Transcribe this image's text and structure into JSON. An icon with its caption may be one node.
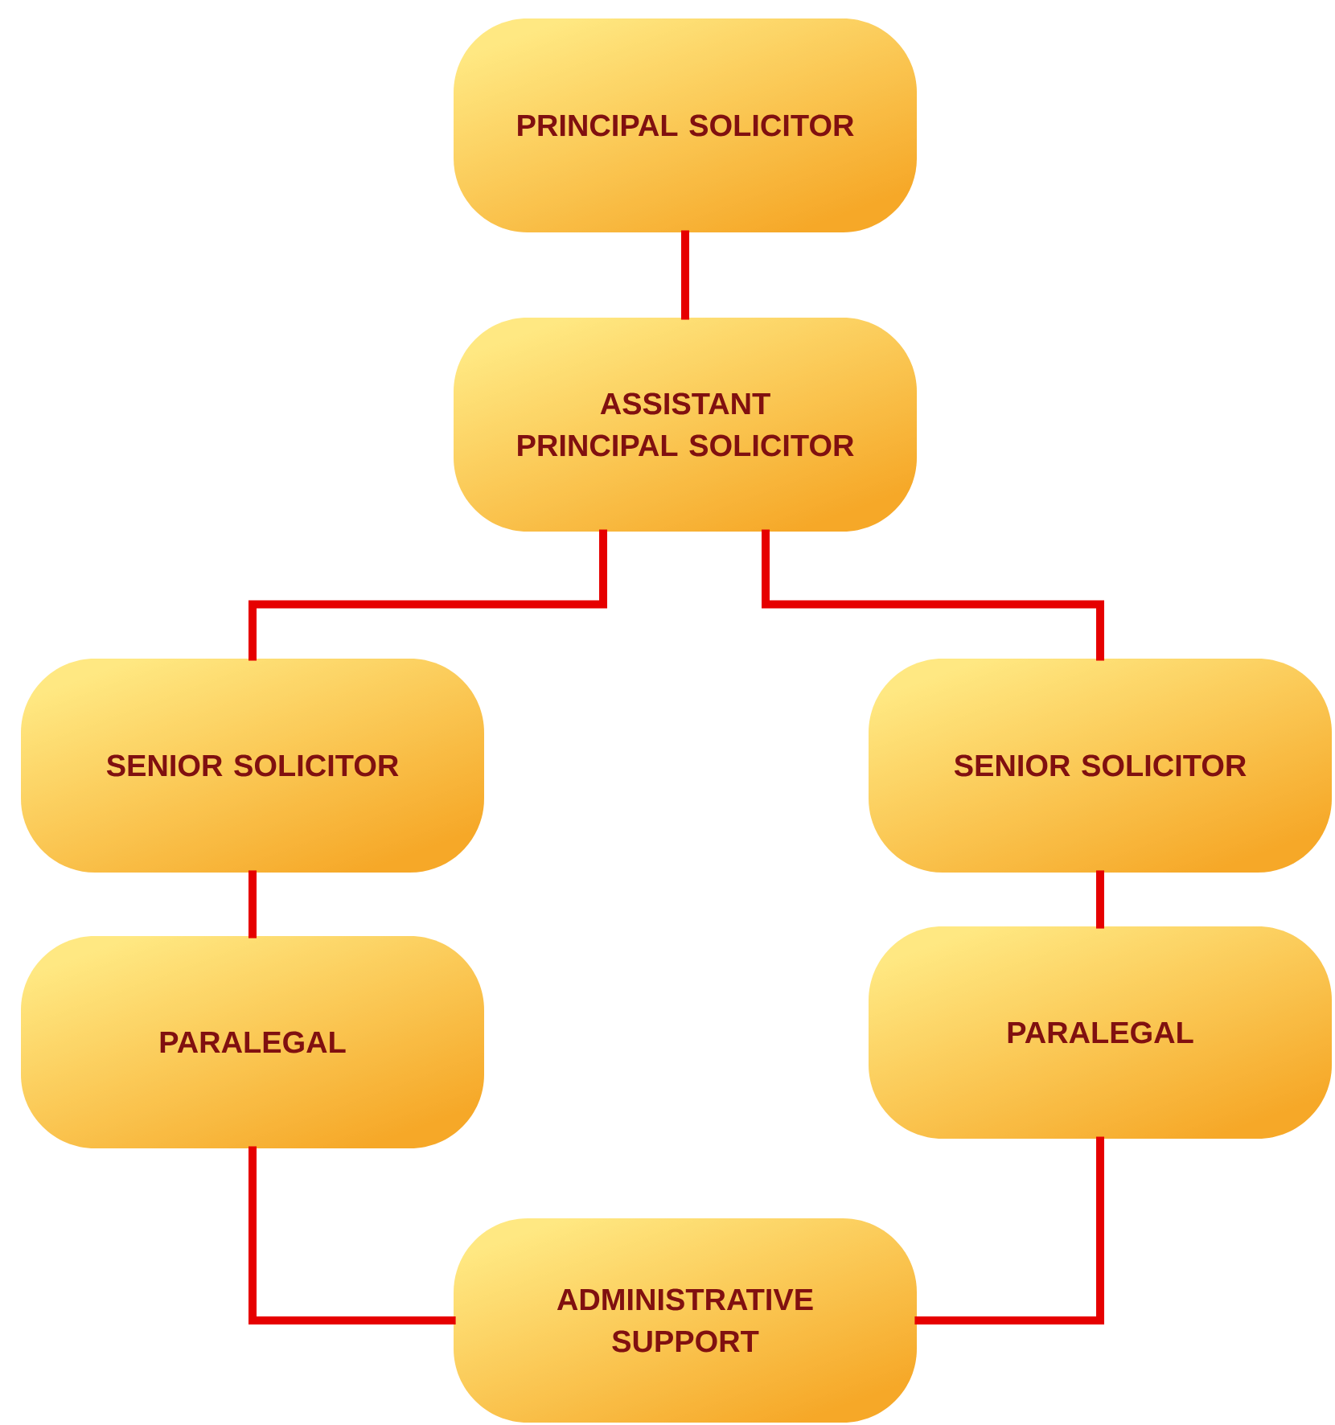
{
  "diagram": {
    "nodes": [
      {
        "text": [
          "PRINCIPAL SOLICITOR"
        ]
      },
      {
        "text": [
          "ASSISTANT PRINCIPAL SOLICITOR"
        ]
      },
      {
        "text": [
          "SENIOR SOLICITOR"
        ]
      },
      {
        "text": [
          "SENIOR SOLICITOR"
        ]
      },
      {
        "text": [
          "PARALEGAL"
        ]
      },
      {
        "text": [
          "PARALEGAL"
        ]
      },
      {
        "text": [
          "ADMINISTRATIVE SUPPORT"
        ]
      }
    ],
    "edges": [
      {
        "from": 0,
        "to": 1,
        "arrow": "none"
      },
      {
        "from": 1,
        "to": 2,
        "arrow": "none"
      },
      {
        "from": 1,
        "to": 3,
        "arrow": "none"
      },
      {
        "from": 2,
        "to": 4,
        "arrow": "none"
      },
      {
        "from": 3,
        "to": 5,
        "arrow": "none"
      },
      {
        "from": 4,
        "to": 6,
        "arrow": "none"
      },
      {
        "from": 5,
        "to": 6,
        "arrow": "none"
      }
    ]
  }
}
